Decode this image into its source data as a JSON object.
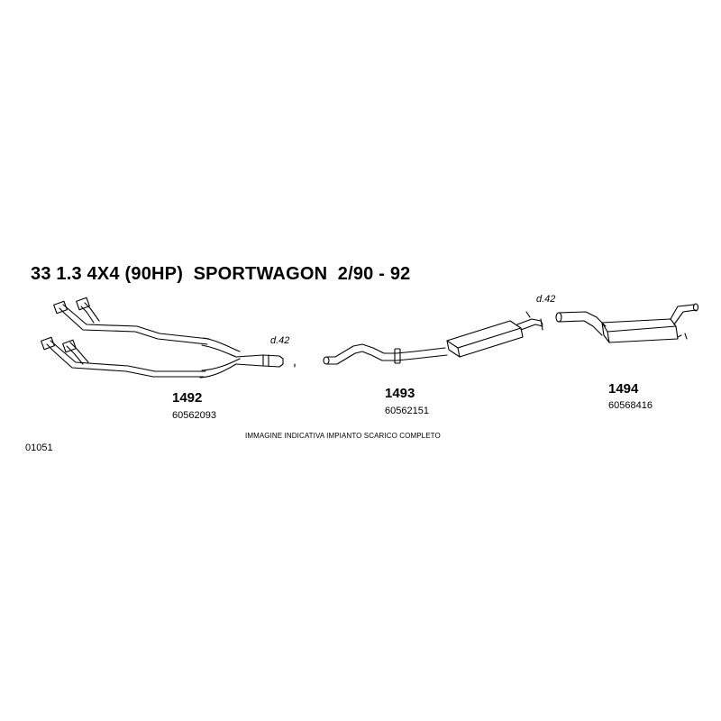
{
  "title": "33 1.3 4X4 (90HP)  SPORTWAGON  2/90 - 92",
  "parts": [
    {
      "number": "1492",
      "code": "60562093",
      "diameter": "d.42",
      "icon": "front-exhaust-pipe-icon"
    },
    {
      "number": "1493",
      "code": "60562151",
      "diameter": "d.42",
      "icon": "middle-silencer-icon"
    },
    {
      "number": "1494",
      "code": "60568416",
      "icon": "rear-silencer-icon"
    }
  ],
  "note": "IMMAGINE INDICATIVA IMPIANTO SCARICO COMPLETO",
  "reference": "01051"
}
